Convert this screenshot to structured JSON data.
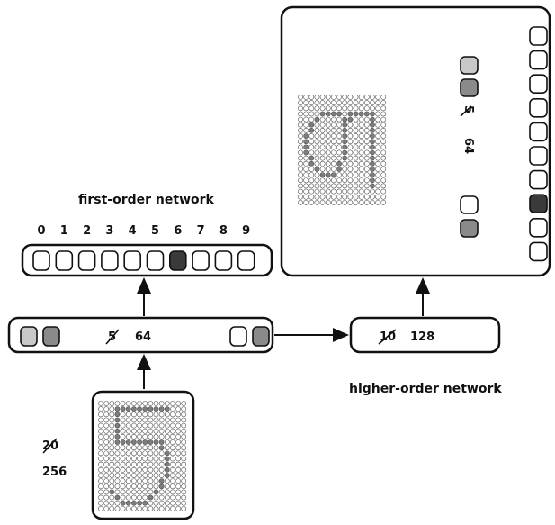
{
  "first_order": {
    "title": "first-order network",
    "digits": [
      "0",
      "1",
      "2",
      "3",
      "4",
      "5",
      "6",
      "7",
      "8",
      "9"
    ],
    "active_index": 6
  },
  "hidden": {
    "struck": "5",
    "size": "64"
  },
  "higher_hidden": {
    "struck": "10",
    "size": "128"
  },
  "higher_order": {
    "title": "higher-order network",
    "hidden_struck": "5",
    "hidden_size": "64",
    "output_count": 10,
    "active_output_index": 7
  },
  "input": {
    "struck": "20",
    "size": "256",
    "depicted_digit": "5",
    "grid_cols": 16,
    "grid_rows": 20
  },
  "colors": {
    "unit_light": "#c8c8c8",
    "unit_mid": "#8a8a8a",
    "unit_dark": "#3a3a3a",
    "unit_off": "#ffffff",
    "pixel_on": "#7d7d7d",
    "pixel_off": "#ffffff",
    "stroke": "#111111"
  }
}
